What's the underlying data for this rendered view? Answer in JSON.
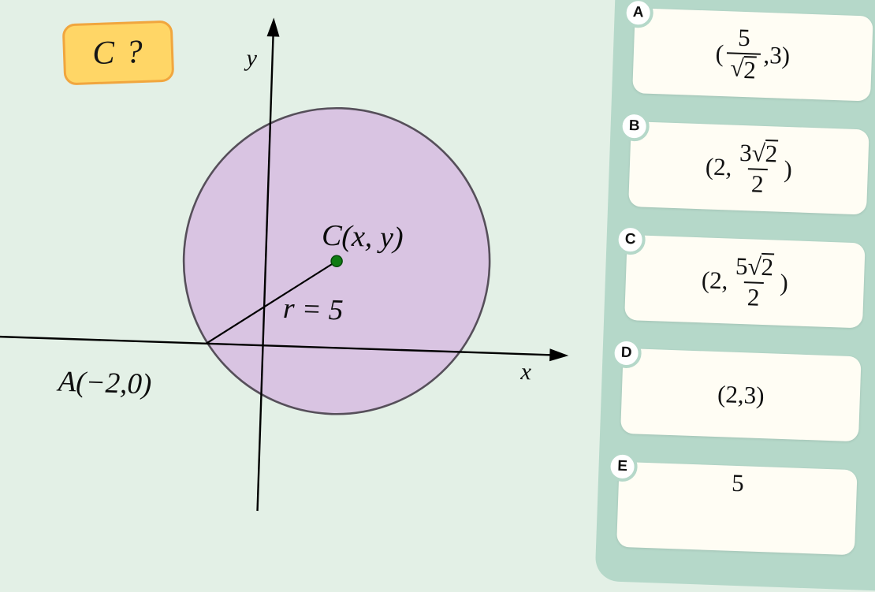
{
  "page": {
    "background": "#e3f0e6"
  },
  "question_badge": {
    "label": "C ?",
    "fill": "#ffd666",
    "border": "#f1a63e"
  },
  "diagram": {
    "x_axis_label": "x",
    "y_axis_label": "y",
    "center_label": "C(x, y)",
    "radius_label": "r = 5",
    "point_a_label": "A(−2,0)",
    "colors": {
      "circle_fill": "#d9c4e2",
      "circle_stroke": "#564f5a",
      "center_dot": "#0f7c12",
      "axis": "#000000"
    }
  },
  "answer_panel": {
    "strip_color": "#b5d8c9",
    "card_color": "#fffdf4",
    "answers": [
      {
        "letter": "A",
        "pre": "(",
        "num": "5",
        "den_sqrt": "√",
        "den_rad": "2",
        "suf": ",3)"
      },
      {
        "letter": "B",
        "pre": "(2,",
        "num": "3",
        "num_sqrt": "√",
        "num_rad": "2",
        "den": "2",
        "suf": ")"
      },
      {
        "letter": "C",
        "pre": "(2, ",
        "num": "5",
        "num_sqrt": "√",
        "num_rad": "2",
        "den": "2",
        "suf": ")"
      },
      {
        "letter": "D",
        "text": "(2,3)"
      },
      {
        "letter": "E",
        "num": "5"
      }
    ]
  }
}
